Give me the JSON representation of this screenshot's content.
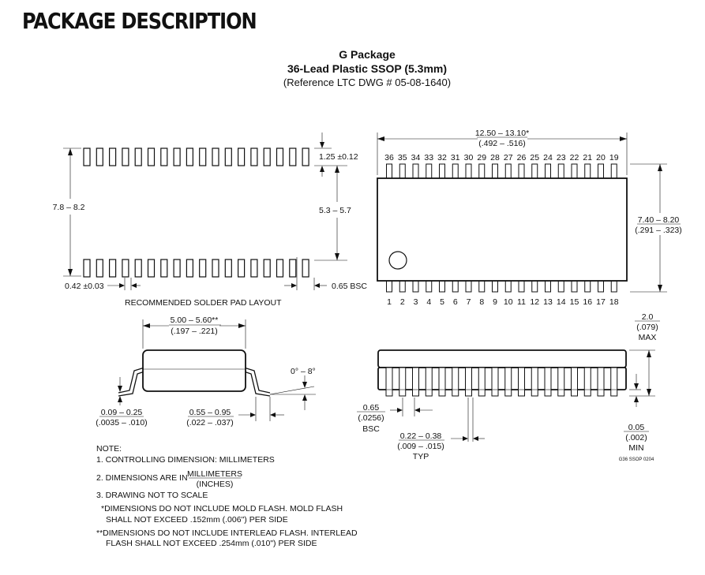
{
  "heading": "PACKAGE DESCRIPTION",
  "title_line1": "G Package",
  "title_line2": "36-Lead Plastic SSOP (5.3mm)",
  "title_line3": "(Reference LTC DWG # 05-08-1640)",
  "pad_layout": {
    "label": "RECOMMENDED SOLDER PAD LAYOUT",
    "dim_width": "7.8 – 8.2",
    "dim_inner": "5.3 – 5.7",
    "dim_pad_len": "1.25 ±0.12",
    "dim_pad_width": "0.42 ±0.03",
    "dim_pitch": "0.65 BSC",
    "pad_count_per_row": 18
  },
  "top_view": {
    "dim_length_mm": "12.50 – 13.10*",
    "dim_length_in": "(.492 – .516)",
    "dim_width_mm": "7.40 – 8.20",
    "dim_width_in": "(.291 – .323)",
    "top_pins": [
      "36",
      "35",
      "34",
      "33",
      "32",
      "31",
      "30",
      "29",
      "28",
      "27",
      "26",
      "25",
      "24",
      "23",
      "22",
      "21",
      "20",
      "19"
    ],
    "bottom_pins": [
      "1",
      "2",
      "3",
      "4",
      "5",
      "6",
      "7",
      "8",
      "9",
      "10",
      "11",
      "12",
      "13",
      "14",
      "15",
      "16",
      "17",
      "18"
    ]
  },
  "side_view": {
    "dim_body_mm": "5.00 – 5.60**",
    "dim_body_in": "(.197 – .221)",
    "dim_angle": "0° – 8°",
    "dim_lead_thk_mm": "0.09 – 0.25",
    "dim_lead_thk_in": "(.0035 – .010)",
    "dim_foot_mm": "0.55 – 0.95",
    "dim_foot_in": "(.022 – .037)"
  },
  "front_view": {
    "dim_height_mm": "2.0",
    "dim_height_in": "(.079)",
    "dim_height_q": "MAX",
    "dim_pitch_mm": "0.65",
    "dim_pitch_in": "(.0256)",
    "dim_pitch_q": "BSC",
    "dim_lead_w_mm": "0.22 – 0.38",
    "dim_lead_w_in": "(.009 – .015)",
    "dim_lead_w_q": "TYP",
    "dim_standoff_mm": "0.05",
    "dim_standoff_in": "(.002)",
    "dim_standoff_q": "MIN",
    "drawing_code": "G36 SSOP 0204",
    "pin_count": 18
  },
  "notes": {
    "header": "NOTE:",
    "n1": "1. CONTROLLING DIMENSION: MILLIMETERS",
    "n2_prefix": "2. DIMENSIONS ARE IN",
    "n2_num": "MILLIMETERS",
    "n2_den": "(INCHES)",
    "n3": "3. DRAWING NOT TO SCALE",
    "star1_a": "*DIMENSIONS DO NOT INCLUDE MOLD FLASH. MOLD FLASH",
    "star1_b": "SHALL NOT EXCEED .152mm (.006\") PER SIDE",
    "star2_a": "**DIMENSIONS DO NOT INCLUDE INTERLEAD FLASH. INTERLEAD",
    "star2_b": "FLASH SHALL NOT EXCEED .254mm (.010\") PER SIDE"
  }
}
